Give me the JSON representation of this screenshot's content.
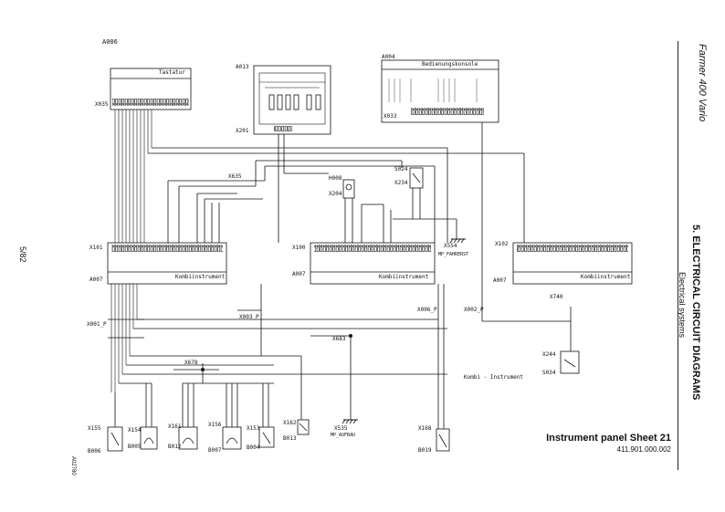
{
  "page_number": "5/82",
  "sidebar": {
    "model": "Farmer 400 Vario",
    "section": "5. ELECTRICAL CIRCUIT DIAGRAMS",
    "subsection": "Electrical systems"
  },
  "title_block": {
    "title": "Instrument panel Sheet 21",
    "number": "411.901.000.002"
  },
  "drawing_code": "A02780",
  "modules": {
    "tastatur": "Tastatur",
    "bedienungskonsole": "Bedienungskonsole",
    "kombi_1": "Kombiinstrument",
    "kombi_2": "Kombiinstrument",
    "kombi_3": "Kombiinstrument",
    "kombi_bus": "Kombi - Instrument"
  },
  "refs": {
    "A006": "A006",
    "X035": "X035",
    "A013": "A013",
    "X201": "X201",
    "A004": "A004",
    "X033": "X033",
    "X635": "X635",
    "H008": "H008",
    "X204": "X204",
    "S024": "S024",
    "X234": "X234",
    "X101": "X101",
    "X100": "X100",
    "X102": "X102",
    "A007a": "A007",
    "A007b": "A007",
    "A007c": "A007",
    "X554": "X554",
    "MP_FAHRERST": "MP_FAHRERST",
    "X001_P": "X001_P",
    "X003_P": "X003_P",
    "X006_P": "X006_P",
    "X002_P": "X002_P",
    "X740": "X740",
    "X683": "X683",
    "X678": "X678",
    "X244": "X244",
    "S034": "S034",
    "X155": "X155",
    "B006": "B006",
    "X154": "X154",
    "B005": "B005",
    "X161": "X161",
    "B012": "B012",
    "X156": "X156",
    "B007": "B007",
    "X153": "X153",
    "B004": "B004",
    "X162": "X162",
    "B013": "B013",
    "X535": "X535",
    "MP_AUFBAU": "MP_AUFBAU",
    "X168": "X168",
    "B019": "B019"
  }
}
